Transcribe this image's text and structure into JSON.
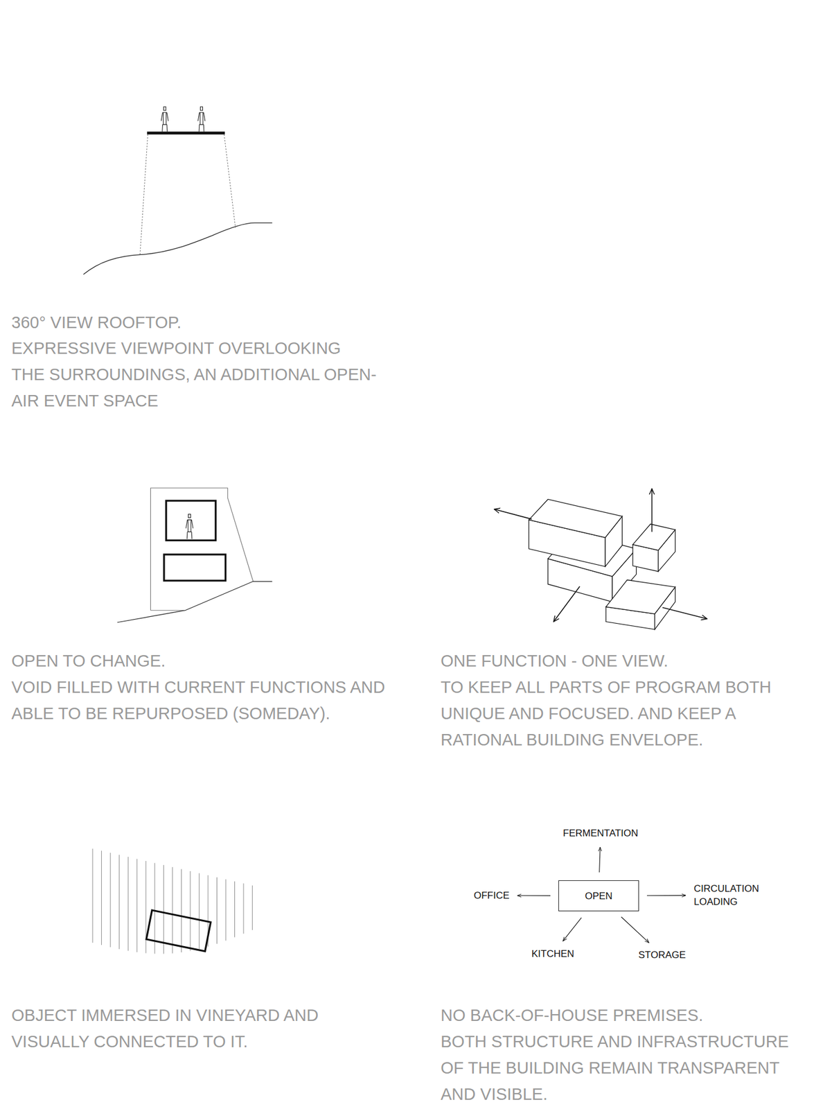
{
  "diagram": {
    "nodes": [
      {
        "text": [
          "OPEN"
        ]
      },
      {
        "text": [
          "FERMENTATION"
        ]
      },
      {
        "text": [
          "OFFICE"
        ]
      },
      {
        "text": [
          "CIRCULATION LOADING"
        ]
      },
      {
        "text": [
          "KITCHEN"
        ]
      },
      {
        "text": [
          "STORAGE"
        ]
      }
    ],
    "edges": [
      {
        "from": 0,
        "to": 1,
        "arrow": "to"
      },
      {
        "from": 0,
        "to": 2,
        "arrow": "to"
      },
      {
        "from": 0,
        "to": 3,
        "arrow": "to"
      },
      {
        "from": 0,
        "to": 4,
        "arrow": "to"
      },
      {
        "from": 0,
        "to": 5,
        "arrow": "to"
      }
    ],
    "labels": [
      "360° VIEW ROOFTOP.",
      "EXPRESSIVE VIEWPOINT OVERLOOKING THE SURROUNDINGS, AN ADDITIONAL OPEN-AIR EVENT SPACE",
      "OPEN TO CHANGE.",
      "VOID FILLED WITH CURRENT FUNCTIONS AND ABLE TO BE REPURPOSED (SOMEDAY).",
      "ONE FUNCTION - ONE VIEW.",
      "TO KEEP ALL PARTS OF PROGRAM BOTH UNIQUE AND FOCUSED. AND KEEP A RATIONAL BUILDING ENVELOPE.",
      "OBJECT IMMERSED IN VINEYARD AND VISUALLY CONNECTED TO IT.",
      "NO BACK-OF-HOUSE PREMISES.",
      "BOTH STRUCTURE AND INFRASTRUCTURE OF THE BUILDING REMAIN TRANSPARENT AND VISIBLE."
    ]
  }
}
